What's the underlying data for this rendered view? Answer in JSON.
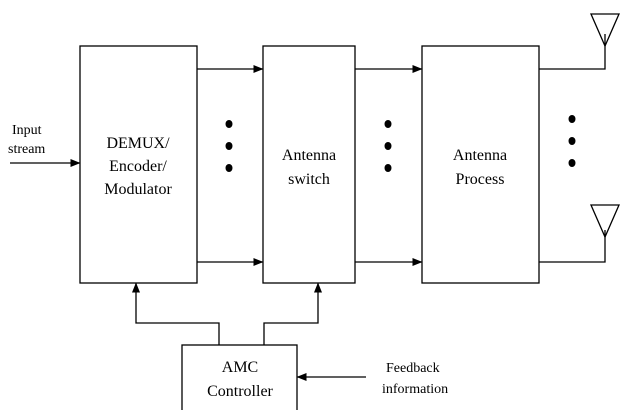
{
  "input": {
    "line1": "Input",
    "line2": "stream"
  },
  "blocks": {
    "demux": {
      "line1": "DEMUX/",
      "line2": "Encoder/",
      "line3": "Modulator"
    },
    "switch": {
      "line1": "Antenna",
      "line2": "switch"
    },
    "process": {
      "line1": "Antenna",
      "line2": "Process"
    },
    "amc": {
      "line1": "AMC",
      "line2": "Controller"
    }
  },
  "feedback": {
    "line1": "Feedback",
    "line2": "information"
  },
  "colors": {
    "stroke": "#000000",
    "background": "#ffffff"
  }
}
